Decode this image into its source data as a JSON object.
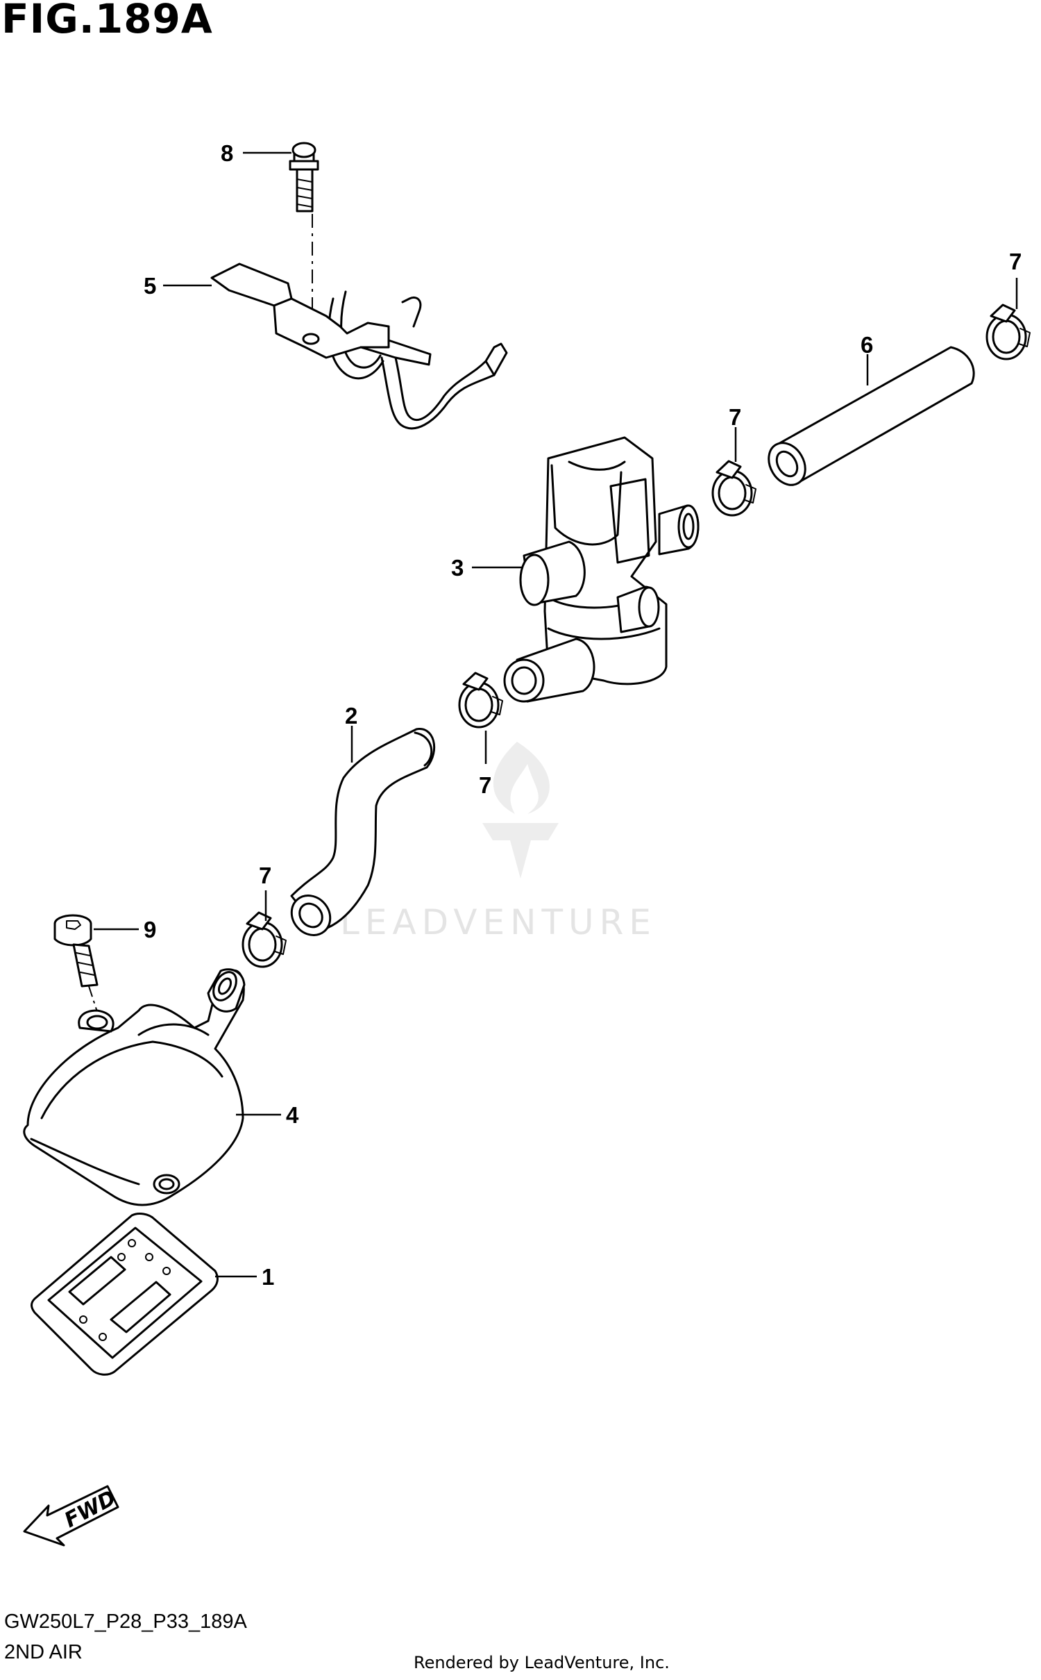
{
  "figure": {
    "title": "FIG.189A",
    "model_code": "GW250L7_P28_P33_189A",
    "section_name": "2ND AIR",
    "credit": "Rendered by LeadVenture, Inc.",
    "watermark": "LEADVENTURE"
  },
  "callouts": {
    "c1": "1",
    "c2": "2",
    "c3": "3",
    "c4": "4",
    "c5": "5",
    "c6": "6",
    "c7a": "7",
    "c7b": "7",
    "c7c": "7",
    "c7d": "7",
    "c8": "8",
    "c9": "9"
  },
  "fwd_label": "FWD",
  "icons": [
    "fwd-arrow-icon",
    "leadventure-logo-icon"
  ]
}
